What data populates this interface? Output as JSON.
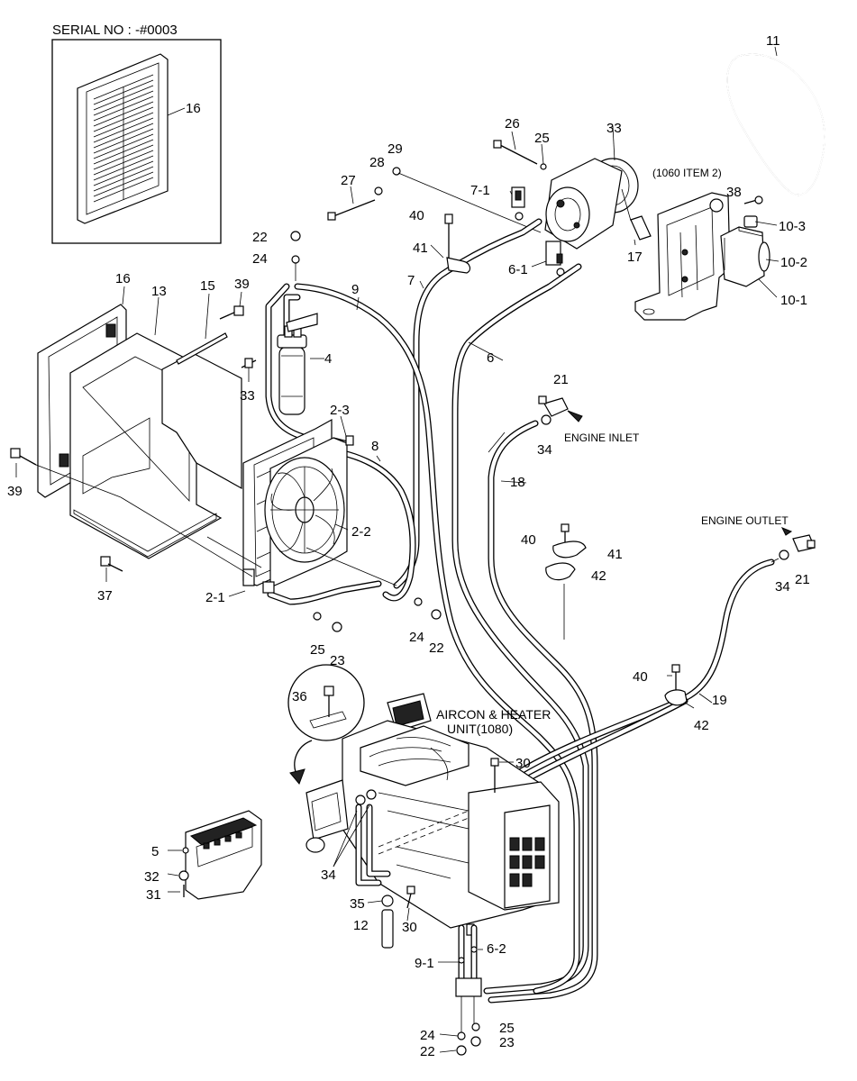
{
  "serial_note": "SERIAL NO : -#0003",
  "notes": {
    "item_ref_1060": "(1060 ITEM 2)",
    "engine_inlet": "ENGINE INLET",
    "engine_outlet": "ENGINE OUTLET",
    "unit_line1": "AIRCON & HEATER",
    "unit_line2": "UNIT(1080)"
  },
  "callouts": {
    "c16a": "16",
    "c11": "11",
    "c33a": "33",
    "c26": "26",
    "c25a": "25",
    "c29": "29",
    "c28": "28",
    "c27": "27",
    "c7_1": "7-1",
    "c40a": "40",
    "c41a": "41",
    "c6_1": "6-1",
    "c17": "17",
    "c38": "38",
    "c10_3": "10-3",
    "c10_2": "10-2",
    "c10_1": "10-1",
    "c22a": "22",
    "c24a": "24",
    "c16b": "16",
    "c13": "13",
    "c15": "15",
    "c39a": "39",
    "c9": "9",
    "c7": "7",
    "c6": "6",
    "c4": "4",
    "c33b": "33",
    "c21a": "21",
    "c2_3": "2-3",
    "c34a": "34",
    "c8": "8",
    "c39b": "39",
    "c18": "18",
    "c2_2": "2-2",
    "c40b": "40",
    "c41b": "41",
    "c42a": "42",
    "c21b": "21",
    "c34b": "34",
    "c37": "37",
    "c2_1": "2-1",
    "c24b": "24",
    "c22b": "22",
    "c25b": "25",
    "c23a": "23",
    "c36": "36",
    "c40c": "40",
    "c19": "19",
    "c42b": "42",
    "c30a": "30",
    "c5": "5",
    "c34c": "34",
    "c32": "32",
    "c31": "31",
    "c35": "35",
    "c30b": "30",
    "c12": "12",
    "c6_2": "6-2",
    "c9_1": "9-1",
    "c24c": "24",
    "c25c": "25",
    "c22c": "22",
    "c23b": "23"
  }
}
